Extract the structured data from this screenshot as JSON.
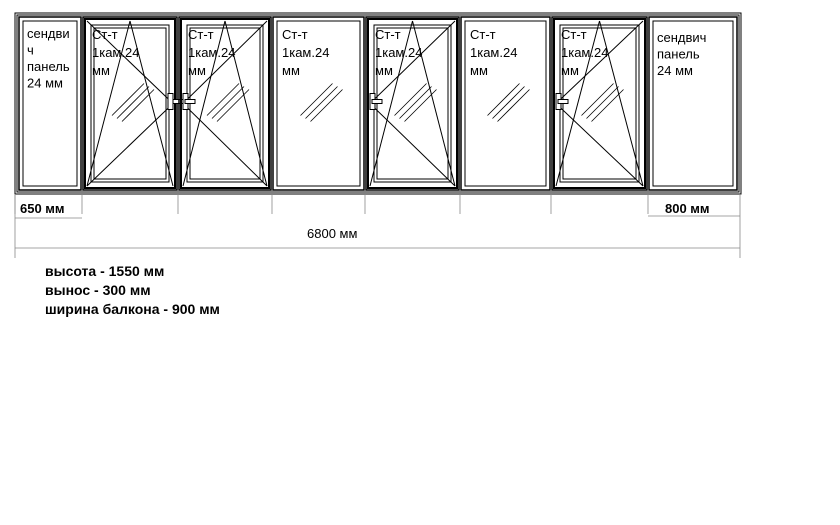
{
  "panels": [
    {
      "type": "sandwich",
      "lines": [
        "сендви",
        "ч",
        "панель",
        "24 мм"
      ]
    },
    {
      "type": "sash",
      "handle": "right",
      "lines": [
        "Ст-т",
        "1кам.24",
        "мм"
      ]
    },
    {
      "type": "sash",
      "handle": "left",
      "lines": [
        "Ст-т",
        "1кам.24",
        "мм"
      ]
    },
    {
      "type": "fixed",
      "lines": [
        "Ст-т",
        "1кам.24",
        "мм"
      ]
    },
    {
      "type": "sash",
      "handle": "left",
      "lines": [
        "Ст-т",
        "1кам.24",
        "мм"
      ]
    },
    {
      "type": "fixed",
      "lines": [
        "Ст-т",
        "1кам.24",
        "мм"
      ]
    },
    {
      "type": "sash",
      "handle": "left",
      "lines": [
        "Ст-т",
        "1кам.24",
        "мм"
      ]
    },
    {
      "type": "sandwich",
      "lines": [
        "сендвич",
        "панель",
        "24 мм"
      ]
    }
  ],
  "dimensions": {
    "left": "650 мм",
    "right": "800 мм",
    "total": "6800 мм"
  },
  "notes": [
    "высота - 1550 мм",
    "вынос - 300 мм",
    "ширина балкона - 900 мм"
  ]
}
